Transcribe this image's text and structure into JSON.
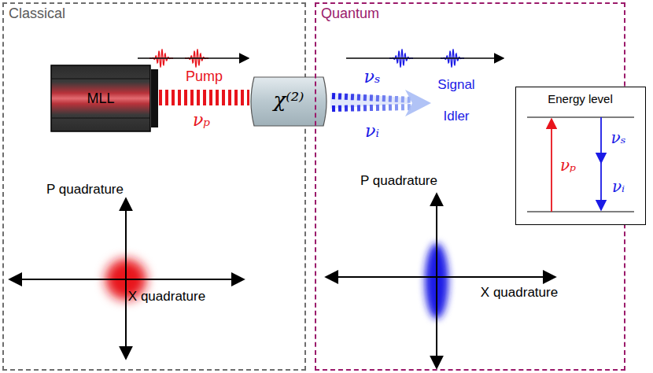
{
  "diagram": {
    "nodes": [
      {
        "text": [
          "Classical"
        ]
      },
      {
        "text": [
          "MLL"
        ],
        "in": 0
      },
      {
        "text": [
          "χ⁽²⁾"
        ]
      },
      {
        "text": [
          "Quantum"
        ]
      },
      {
        "text": [
          "Energy level"
        ]
      }
    ],
    "edges": [
      {
        "from": 1,
        "to": 2,
        "arrow": "none",
        "label": "Pump"
      }
    ],
    "labels": [
      "νₚ",
      "νₛ",
      "νᵢ",
      "Signal",
      "Idler",
      "P quadrature",
      "X quadrature",
      "P quadrature",
      "X quadrature",
      "νₚ",
      "νₛ",
      "νᵢ"
    ]
  }
}
